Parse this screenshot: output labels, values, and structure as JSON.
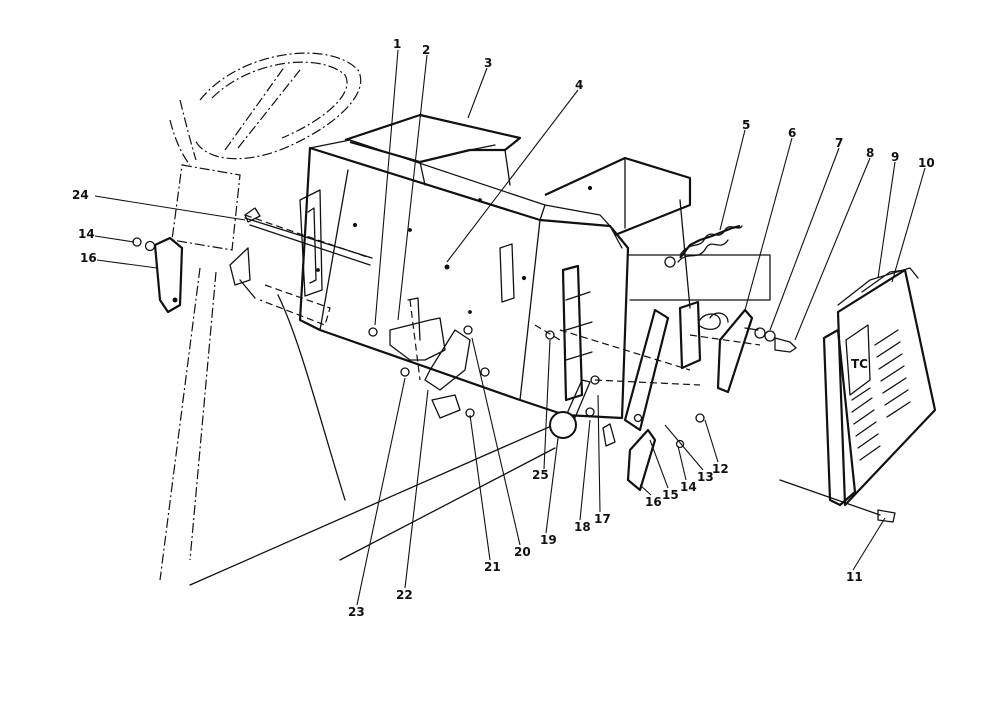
{
  "callouts": [
    {
      "id": "c1",
      "label": "1"
    },
    {
      "id": "c2",
      "label": "2"
    },
    {
      "id": "c3",
      "label": "3"
    },
    {
      "id": "c4",
      "label": "4"
    },
    {
      "id": "c5",
      "label": "5"
    },
    {
      "id": "c6",
      "label": "6"
    },
    {
      "id": "c7",
      "label": "7"
    },
    {
      "id": "c8",
      "label": "8"
    },
    {
      "id": "c9",
      "label": "9"
    },
    {
      "id": "c10",
      "label": "10"
    },
    {
      "id": "c11",
      "label": "11"
    },
    {
      "id": "c12",
      "label": "12"
    },
    {
      "id": "c13",
      "label": "13"
    },
    {
      "id": "c14a",
      "label": "14"
    },
    {
      "id": "c14b",
      "label": "14"
    },
    {
      "id": "c15",
      "label": "15"
    },
    {
      "id": "c16a",
      "label": "16"
    },
    {
      "id": "c16b",
      "label": "16"
    },
    {
      "id": "c17",
      "label": "17"
    },
    {
      "id": "c18",
      "label": "18"
    },
    {
      "id": "c19",
      "label": "19"
    },
    {
      "id": "c20",
      "label": "20"
    },
    {
      "id": "c21",
      "label": "21"
    },
    {
      "id": "c22",
      "label": "22"
    },
    {
      "id": "c23",
      "label": "23"
    },
    {
      "id": "c24",
      "label": "24"
    },
    {
      "id": "c25",
      "label": "25"
    }
  ],
  "emblem_text": "TC"
}
